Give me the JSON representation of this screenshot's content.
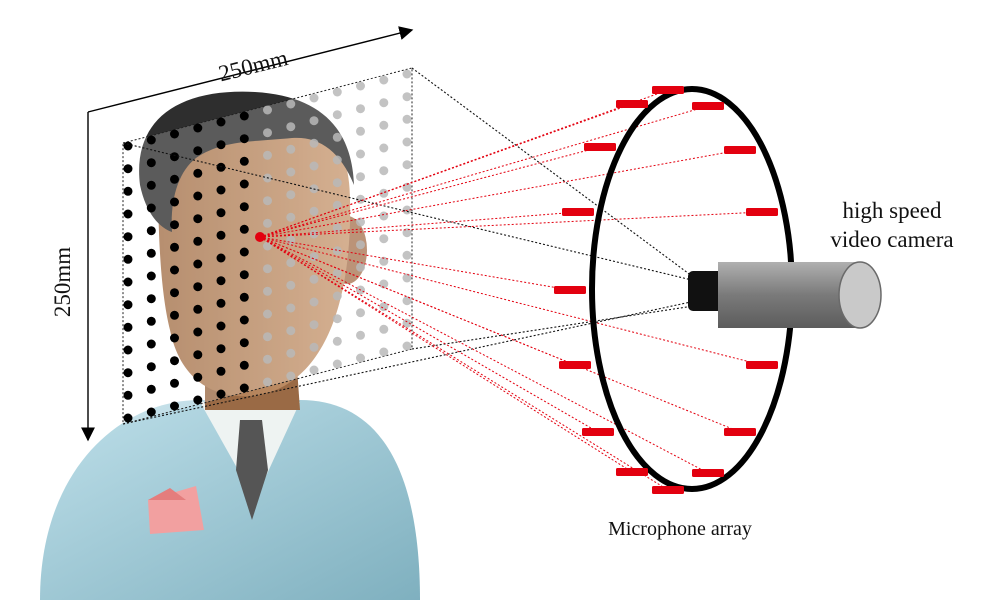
{
  "labels": {
    "width_dim": "250mm",
    "height_dim": "250mm",
    "camera": [
      "high speed",
      "video camera"
    ],
    "array": "Microphone array"
  },
  "grid": {
    "columns": 13,
    "rows": 13,
    "dark_columns": 6
  },
  "colors": {
    "mic": "#e3000f",
    "ray": "#e3000f",
    "ring": "#000000",
    "camera_body": "#8a8a8a",
    "camera_lens": "#111111",
    "shirt": "#9cc3cf",
    "skin": "#b9855d",
    "hair": "#2e2e2e"
  },
  "icons": [
    "person-icon",
    "camera-icon"
  ]
}
